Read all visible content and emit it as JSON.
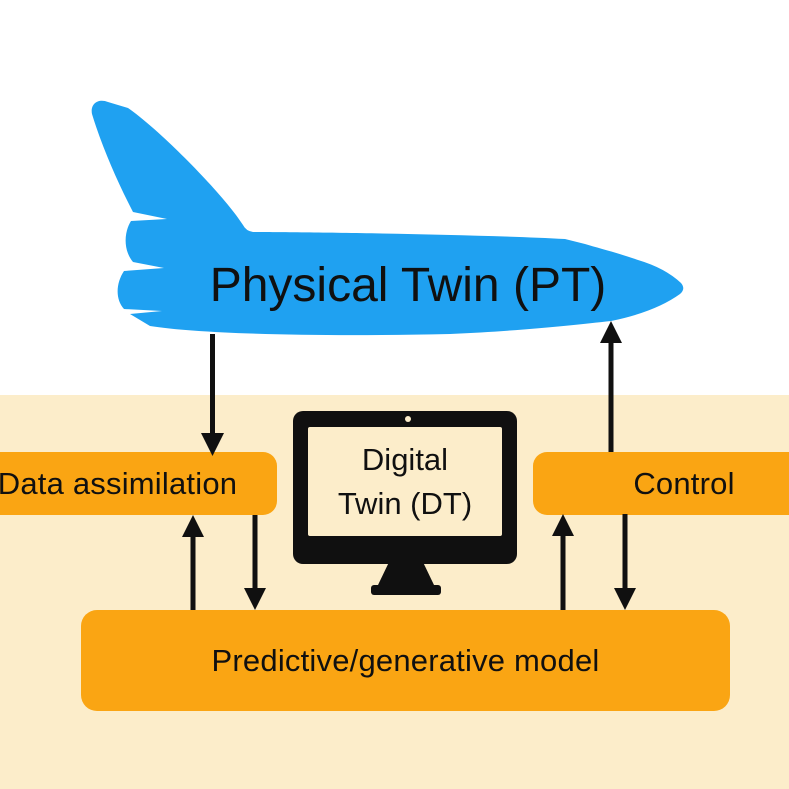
{
  "diagram": {
    "title_concept": "Digital twin feedback loop",
    "physical_twin": {
      "label": "Physical Twin (PT)"
    },
    "digital_twin": {
      "line1": "Digital",
      "line2": "Twin (DT)"
    },
    "boxes": {
      "data_assimilation": {
        "label": "Data assimilation"
      },
      "control": {
        "label": "Control"
      },
      "predictive_model": {
        "label": "Predictive/generative model"
      }
    },
    "edges": [
      {
        "from": "Physical Twin (PT)",
        "to": "Data assimilation",
        "direction": "down"
      },
      {
        "from": "Control",
        "to": "Physical Twin (PT)",
        "direction": "up"
      },
      {
        "from": "Predictive/generative model",
        "to": "Data assimilation",
        "direction": "up"
      },
      {
        "from": "Data assimilation",
        "to": "Predictive/generative model",
        "direction": "down"
      },
      {
        "from": "Predictive/generative model",
        "to": "Control",
        "direction": "up"
      },
      {
        "from": "Control",
        "to": "Predictive/generative model",
        "direction": "down"
      }
    ],
    "icons": {
      "shuttle": "space-shuttle-icon",
      "monitor": "computer-monitor-icon"
    }
  },
  "colors": {
    "bg_white": "#ffffff",
    "band_cream": "#fcedca",
    "box_orange": "#faa513",
    "shuttle_blue": "#1fa1f1",
    "ink_black": "#101010"
  }
}
